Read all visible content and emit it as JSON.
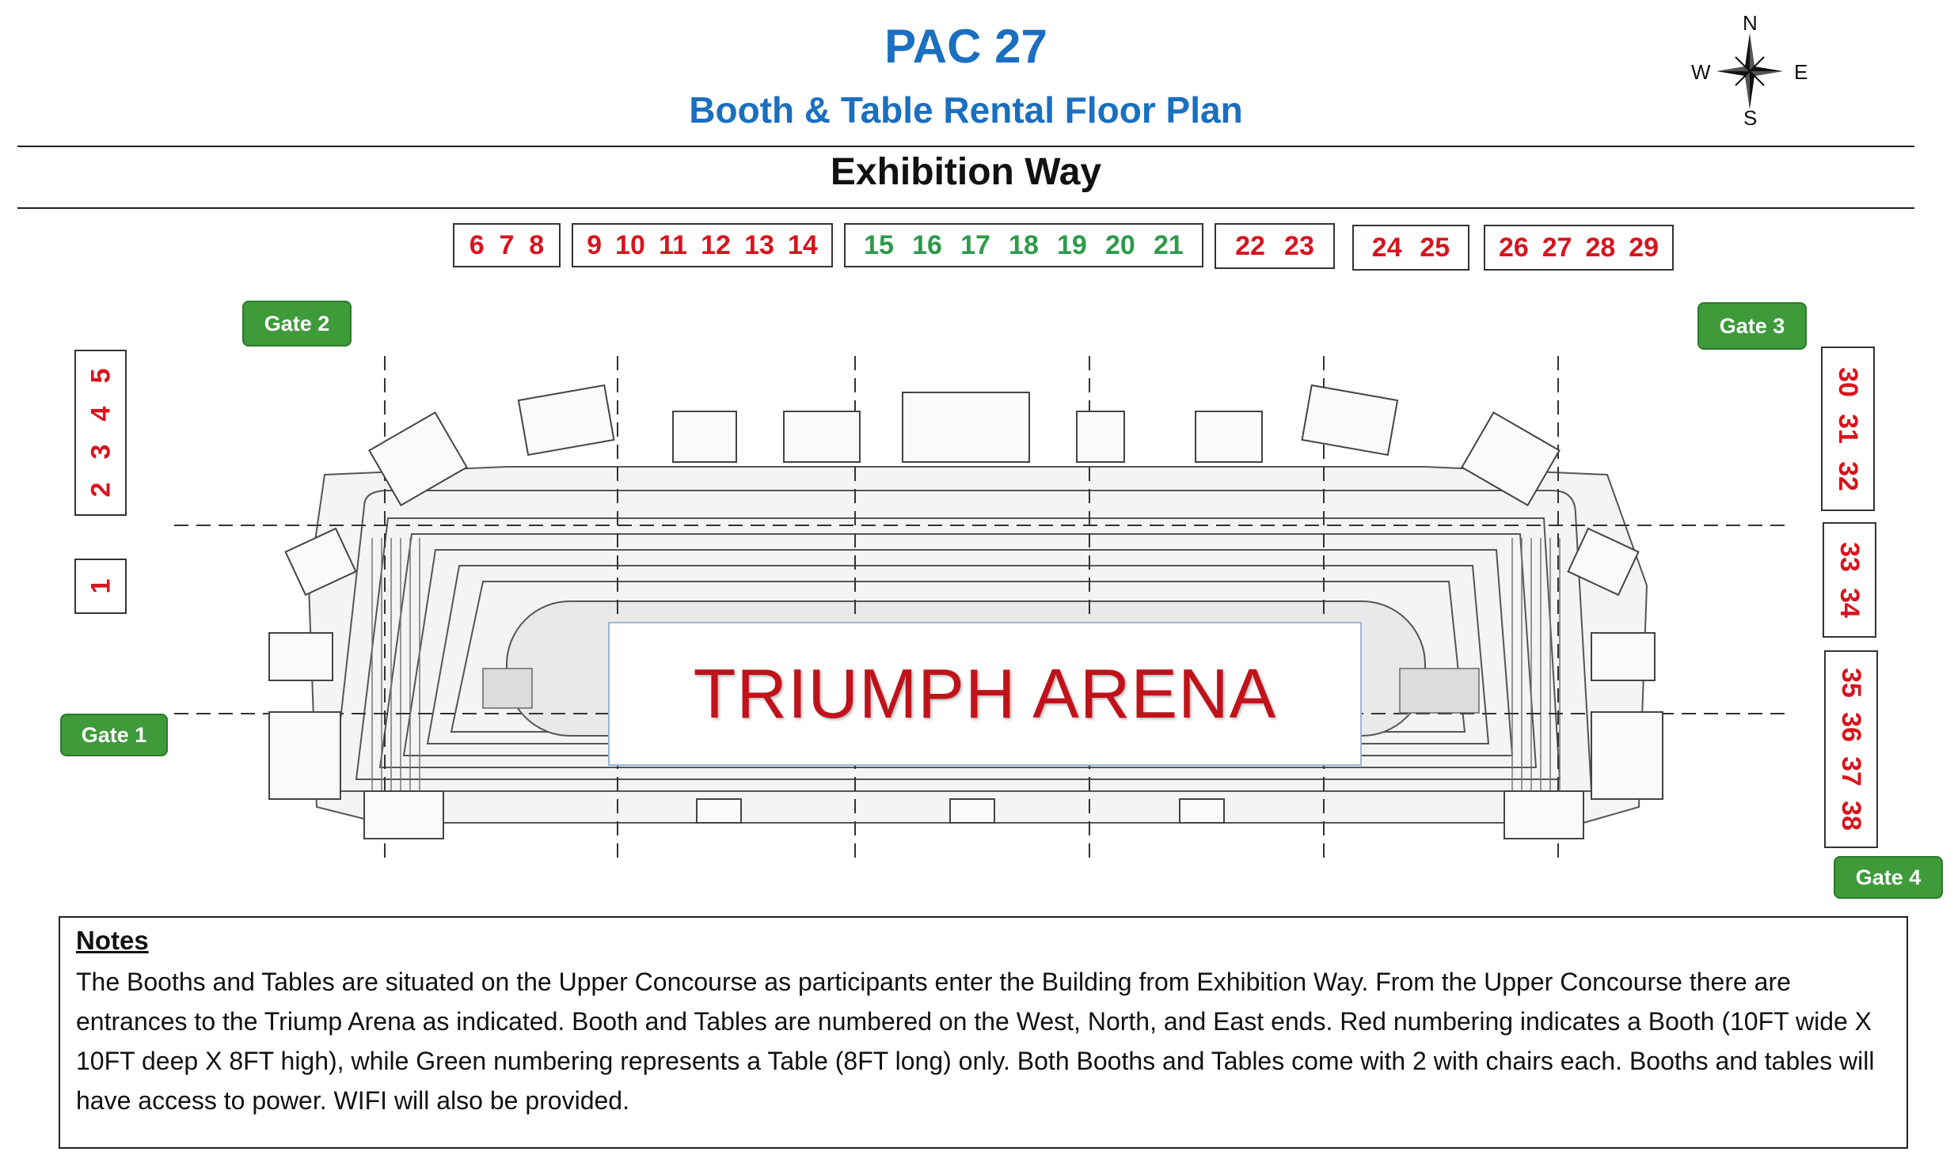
{
  "header": {
    "title": "PAC 27",
    "subtitle": "Booth & Table Rental Floor Plan",
    "street": "Exhibition Way"
  },
  "compass": {
    "north": "N",
    "south": "S",
    "east": "E",
    "west": "W",
    "icon": "compass-rose-icon"
  },
  "top_groups": [
    {
      "numbers": [
        "6",
        "7",
        "8"
      ],
      "kind": "booth",
      "color": "#d7141e"
    },
    {
      "numbers": [
        "9",
        "10",
        "11",
        "12",
        "13",
        "14"
      ],
      "kind": "booth",
      "color": "#d7141e"
    },
    {
      "numbers": [
        "15",
        "16",
        "17",
        "18",
        "19",
        "20",
        "21"
      ],
      "kind": "table",
      "color": "#2e9a4b"
    },
    {
      "numbers": [
        "22",
        "23"
      ],
      "kind": "booth",
      "color": "#d7141e"
    },
    {
      "numbers": [
        "24",
        "25"
      ],
      "kind": "booth",
      "color": "#d7141e"
    },
    {
      "numbers": [
        "26",
        "27",
        "28",
        "29"
      ],
      "kind": "booth",
      "color": "#d7141e"
    }
  ],
  "west_groups": [
    {
      "numbers": [
        "2",
        "3",
        "4",
        "5"
      ],
      "kind": "booth",
      "color": "#d7141e"
    },
    {
      "numbers": [
        "1"
      ],
      "kind": "booth",
      "color": "#d7141e"
    }
  ],
  "east_groups": [
    {
      "numbers": [
        "30",
        "31",
        "32"
      ],
      "kind": "booth",
      "color": "#d7141e"
    },
    {
      "numbers": [
        "33",
        "34"
      ],
      "kind": "booth",
      "color": "#d7141e"
    },
    {
      "numbers": [
        "35",
        "36",
        "37",
        "38"
      ],
      "kind": "booth",
      "color": "#d7141e"
    }
  ],
  "gates": [
    "Gate 1",
    "Gate 2",
    "Gate 3",
    "Gate 4"
  ],
  "arena_label": "TRIUMPH ARENA",
  "notes": {
    "heading": "Notes",
    "body": "The Booths and Tables are situated on the Upper Concourse as participants enter the Building from Exhibition Way.  From the Upper Concourse there are entrances to the Triump Arena as indicated. Booth and Tables are numbered on the West, North, and East ends.  Red numbering indicates a Booth (10FT wide X 10FT deep X 8FT high), while Green numbering represents a Table (8FT long) only.  Both Booths and Tables come with 2 with chairs each. Booths and tables will have access to power. WIFI will also be provided."
  },
  "colors": {
    "title_blue": "#1a6fc0",
    "booth_red": "#d7141e",
    "table_green": "#2e9a4b",
    "gate_green": "#3f9a3a",
    "arena_red": "#c0121b"
  }
}
